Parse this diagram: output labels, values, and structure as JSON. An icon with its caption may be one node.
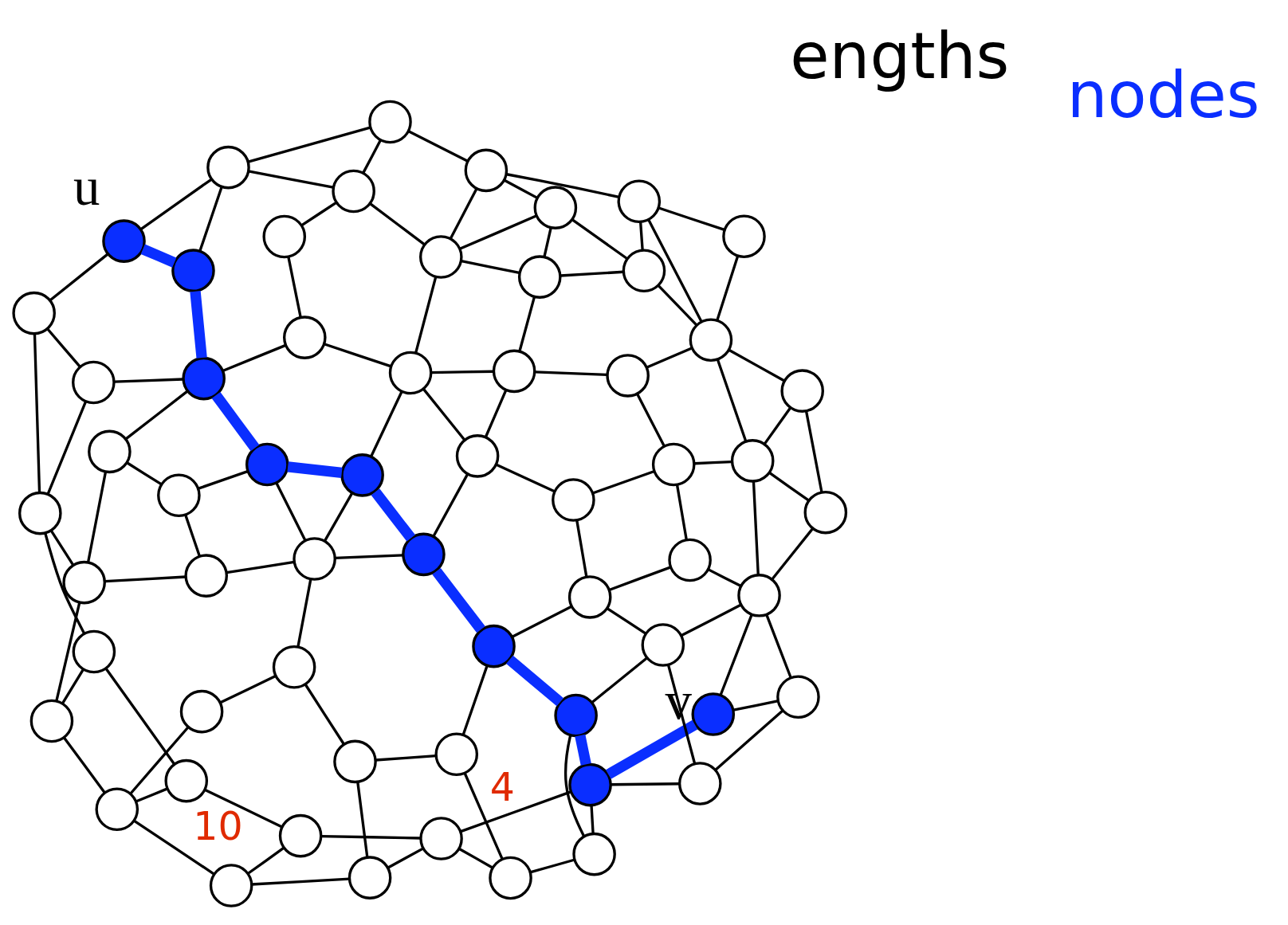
{
  "diagram": {
    "nodes": [
      {
        "text": [],
        "shape": "circle"
      },
      {
        "text": [],
        "shape": "circle"
      },
      {
        "text": [],
        "shape": "circle"
      },
      {
        "text": [],
        "shape": "circle"
      },
      {
        "text": [],
        "shape": "circle"
      },
      {
        "text": [],
        "shape": "circle"
      },
      {
        "text": [],
        "shape": "circle"
      },
      {
        "text": [],
        "shape": "circle"
      },
      {
        "text": [],
        "shape": "circle"
      },
      {
        "text": [],
        "shape": "circle"
      },
      {
        "text": [],
        "shape": "circle"
      },
      {
        "text": [],
        "shape": "circle"
      },
      {
        "text": [],
        "shape": "circle"
      },
      {
        "text": [],
        "shape": "circle"
      },
      {
        "text": [],
        "shape": "circle"
      },
      {
        "text": [],
        "shape": "circle"
      },
      {
        "text": [],
        "shape": "circle"
      },
      {
        "text": [],
        "shape": "circle"
      },
      {
        "text": [],
        "shape": "circle"
      },
      {
        "text": [],
        "shape": "circle"
      },
      {
        "text": [],
        "shape": "circle"
      },
      {
        "text": [],
        "shape": "circle"
      },
      {
        "text": [],
        "shape": "circle"
      },
      {
        "text": [],
        "shape": "circle"
      },
      {
        "text": [],
        "shape": "circle"
      },
      {
        "text": [],
        "shape": "circle",
        "beside": [
          "v"
        ]
      },
      {
        "text": [],
        "shape": "circle"
      },
      {
        "text": [],
        "shape": "circle"
      },
      {
        "text": [],
        "shape": "circle",
        "beside": [
          "u"
        ]
      },
      {
        "text": [],
        "shape": "circle"
      },
      {
        "text": [],
        "shape": "circle"
      },
      {
        "text": [],
        "shape": "circle"
      },
      {
        "text": [],
        "shape": "circle"
      },
      {
        "text": [],
        "shape": "circle"
      },
      {
        "text": [],
        "shape": "circle"
      },
      {
        "text": [],
        "shape": "circle"
      },
      {
        "text": [],
        "shape": "circle"
      },
      {
        "text": [],
        "shape": "circle"
      },
      {
        "text": [],
        "shape": "circle"
      },
      {
        "text": [],
        "shape": "circle"
      },
      {
        "text": [],
        "shape": "circle"
      },
      {
        "text": [],
        "shape": "circle"
      },
      {
        "text": [],
        "shape": "circle"
      },
      {
        "text": [],
        "shape": "circle"
      },
      {
        "text": [],
        "shape": "circle"
      },
      {
        "text": [],
        "shape": "circle"
      },
      {
        "text": [],
        "shape": "circle"
      },
      {
        "text": [],
        "shape": "circle"
      },
      {
        "text": [],
        "shape": "circle"
      },
      {
        "text": [],
        "shape": "circle"
      },
      {
        "text": [],
        "shape": "circle"
      },
      {
        "text": [],
        "shape": "circle"
      },
      {
        "text": [],
        "shape": "circle"
      },
      {
        "text": [],
        "shape": "circle"
      },
      {
        "text": [],
        "shape": "circle"
      },
      {
        "text": [],
        "shape": "circle"
      },
      {
        "text": [],
        "shape": "circle"
      },
      {
        "text": [],
        "shape": "circle"
      },
      {
        "text": [],
        "shape": "circle"
      },
      {
        "text": [],
        "shape": "circle"
      }
    ],
    "edges": [
      {
        "from": 1,
        "to": 0,
        "arrow": "none",
        "label": "10"
      },
      {
        "from": 0,
        "to": 3,
        "arrow": "none"
      },
      {
        "from": 0,
        "to": 2,
        "arrow": "none"
      },
      {
        "from": 2,
        "to": 7,
        "arrow": "none",
        "label": "4"
      },
      {
        "from": 2,
        "to": 8,
        "arrow": "none"
      },
      {
        "from": 2,
        "to": 12,
        "arrow": "none"
      },
      {
        "from": 1,
        "to": 5,
        "arrow": "none"
      },
      {
        "from": 1,
        "to": 4,
        "arrow": "none"
      },
      {
        "from": 4,
        "to": 3,
        "arrow": "none"
      },
      {
        "from": 4,
        "to": 6,
        "arrow": "none"
      },
      {
        "from": 4,
        "to": 10,
        "arrow": "none"
      },
      {
        "from": 3,
        "to": 12,
        "arrow": "none"
      },
      {
        "from": 5,
        "to": 6,
        "arrow": "none"
      },
      {
        "from": 5,
        "to": 11,
        "arrow": "none"
      },
      {
        "from": 6,
        "to": 13,
        "arrow": "none"
      },
      {
        "from": 11,
        "to": 13,
        "arrow": "none"
      },
      {
        "from": 11,
        "to": 17,
        "arrow": "none"
      },
      {
        "from": 11,
        "to": 21,
        "arrow": "none"
      },
      {
        "from": 8,
        "to": 9,
        "arrow": "none"
      },
      {
        "from": 9,
        "to": 7,
        "arrow": "none"
      },
      {
        "from": 8,
        "to": 18,
        "arrow": "none"
      },
      {
        "from": 9,
        "to": 19,
        "arrow": "none"
      },
      {
        "from": 7,
        "to": 19,
        "arrow": "none",
        "style": "thick",
        "color": "#0a2eff"
      },
      {
        "from": 7,
        "to": 20,
        "arrow": "none"
      },
      {
        "from": 7,
        "to": 25,
        "arrow": "none",
        "style": "thick",
        "color": "#0a2eff"
      },
      {
        "from": 10,
        "to": 14,
        "arrow": "none"
      },
      {
        "from": 12,
        "to": 15,
        "arrow": "none"
      },
      {
        "from": 14,
        "to": 15,
        "arrow": "none"
      },
      {
        "from": 15,
        "to": 18,
        "arrow": "none"
      },
      {
        "from": 14,
        "to": 24,
        "arrow": "none"
      },
      {
        "from": 13,
        "to": 22,
        "arrow": "none"
      },
      {
        "from": 13,
        "to": 16,
        "arrow": "none"
      },
      {
        "from": 16,
        "to": 23,
        "arrow": "none"
      },
      {
        "from": 16,
        "to": 24,
        "arrow": "none"
      },
      {
        "from": 22,
        "to": 23,
        "arrow": "none"
      },
      {
        "from": 22,
        "to": 33,
        "arrow": "none"
      },
      {
        "from": 17,
        "to": 21,
        "arrow": "none"
      },
      {
        "from": 17,
        "to": 28,
        "arrow": "none"
      },
      {
        "from": 21,
        "to": 33,
        "arrow": "none"
      },
      {
        "from": 23,
        "to": 26,
        "arrow": "none"
      },
      {
        "from": 26,
        "to": 24,
        "arrow": "none"
      },
      {
        "from": 24,
        "to": 34,
        "arrow": "none"
      },
      {
        "from": 24,
        "to": 27,
        "arrow": "none"
      },
      {
        "from": 18,
        "to": 32,
        "arrow": "none"
      },
      {
        "from": 19,
        "to": 32,
        "arrow": "none",
        "style": "thick",
        "color": "#0a2eff"
      },
      {
        "from": 19,
        "to": 29,
        "arrow": "none"
      },
      {
        "from": 20,
        "to": 29,
        "arrow": "none"
      },
      {
        "from": 20,
        "to": 30,
        "arrow": "none"
      },
      {
        "from": 30,
        "to": 25,
        "arrow": "none"
      },
      {
        "from": 28,
        "to": 31,
        "arrow": "none",
        "style": "thick",
        "color": "#0a2eff"
      },
      {
        "from": 31,
        "to": 33,
        "arrow": "none",
        "style": "thick",
        "color": "#0a2eff"
      },
      {
        "from": 33,
        "to": 26,
        "arrow": "none",
        "style": "thick",
        "color": "#0a2eff"
      },
      {
        "from": 26,
        "to": 34,
        "arrow": "none",
        "style": "thick",
        "color": "#0a2eff"
      },
      {
        "from": 34,
        "to": 27,
        "arrow": "none",
        "style": "thick",
        "color": "#0a2eff"
      },
      {
        "from": 27,
        "to": 32,
        "arrow": "none",
        "style": "thick",
        "color": "#0a2eff"
      },
      {
        "from": 28,
        "to": 39,
        "arrow": "none"
      },
      {
        "from": 31,
        "to": 39,
        "arrow": "none"
      },
      {
        "from": 33,
        "to": 35,
        "arrow": "none"
      },
      {
        "from": 35,
        "to": 40,
        "arrow": "none"
      },
      {
        "from": 35,
        "to": 43,
        "arrow": "none"
      },
      {
        "from": 34,
        "to": 43,
        "arrow": "none"
      },
      {
        "from": 27,
        "to": 37,
        "arrow": "none"
      },
      {
        "from": 32,
        "to": 36,
        "arrow": "none"
      },
      {
        "from": 29,
        "to": 36,
        "arrow": "none"
      },
      {
        "from": 29,
        "to": 41,
        "arrow": "none"
      },
      {
        "from": 30,
        "to": 41,
        "arrow": "none"
      },
      {
        "from": 25,
        "to": 41,
        "arrow": "none"
      },
      {
        "from": 39,
        "to": 42,
        "arrow": "none"
      },
      {
        "from": 39,
        "to": 47,
        "arrow": "none"
      },
      {
        "from": 42,
        "to": 40,
        "arrow": "none"
      },
      {
        "from": 42,
        "to": 47,
        "arrow": "none"
      },
      {
        "from": 42,
        "to": 48,
        "arrow": "none"
      },
      {
        "from": 37,
        "to": 43,
        "arrow": "none"
      },
      {
        "from": 37,
        "to": 46,
        "arrow": "none"
      },
      {
        "from": 37,
        "to": 44,
        "arrow": "none"
      },
      {
        "from": 36,
        "to": 44,
        "arrow": "none"
      },
      {
        "from": 36,
        "to": 38,
        "arrow": "none"
      },
      {
        "from": 38,
        "to": 41,
        "arrow": "none"
      },
      {
        "from": 38,
        "to": 45,
        "arrow": "none"
      },
      {
        "from": 44,
        "to": 45,
        "arrow": "none"
      },
      {
        "from": 45,
        "to": 51,
        "arrow": "none"
      },
      {
        "from": 45,
        "to": 50,
        "arrow": "none"
      },
      {
        "from": 41,
        "to": 50,
        "arrow": "none"
      },
      {
        "from": 41,
        "to": 49,
        "arrow": "none"
      },
      {
        "from": 50,
        "to": 49,
        "arrow": "none"
      },
      {
        "from": 50,
        "to": 57,
        "arrow": "none"
      },
      {
        "from": 50,
        "to": 55,
        "arrow": "none"
      },
      {
        "from": 49,
        "to": 57,
        "arrow": "none"
      },
      {
        "from": 43,
        "to": 46,
        "arrow": "none"
      },
      {
        "from": 43,
        "to": 48,
        "arrow": "none"
      },
      {
        "from": 46,
        "to": 52,
        "arrow": "none"
      },
      {
        "from": 46,
        "to": 51,
        "arrow": "none"
      },
      {
        "from": 51,
        "to": 55,
        "arrow": "none"
      },
      {
        "from": 48,
        "to": 52,
        "arrow": "none"
      },
      {
        "from": 48,
        "to": 53,
        "arrow": "none"
      },
      {
        "from": 48,
        "to": 56,
        "arrow": "none"
      },
      {
        "from": 52,
        "to": 53,
        "arrow": "none"
      },
      {
        "from": 52,
        "to": 54,
        "arrow": "none"
      },
      {
        "from": 53,
        "to": 54,
        "arrow": "none"
      },
      {
        "from": 53,
        "to": 56,
        "arrow": "none"
      },
      {
        "from": 54,
        "to": 58,
        "arrow": "none"
      },
      {
        "from": 54,
        "to": 55,
        "arrow": "none"
      },
      {
        "from": 47,
        "to": 56,
        "arrow": "none"
      },
      {
        "from": 56,
        "to": 58,
        "arrow": "none"
      },
      {
        "from": 58,
        "to": 55,
        "arrow": "none"
      },
      {
        "from": 58,
        "to": 59,
        "arrow": "none"
      },
      {
        "from": 59,
        "to": 55,
        "arrow": "none"
      },
      {
        "from": 55,
        "to": 57,
        "arrow": "none"
      }
    ],
    "labels": [
      "engths",
      "nodes"
    ]
  }
}
